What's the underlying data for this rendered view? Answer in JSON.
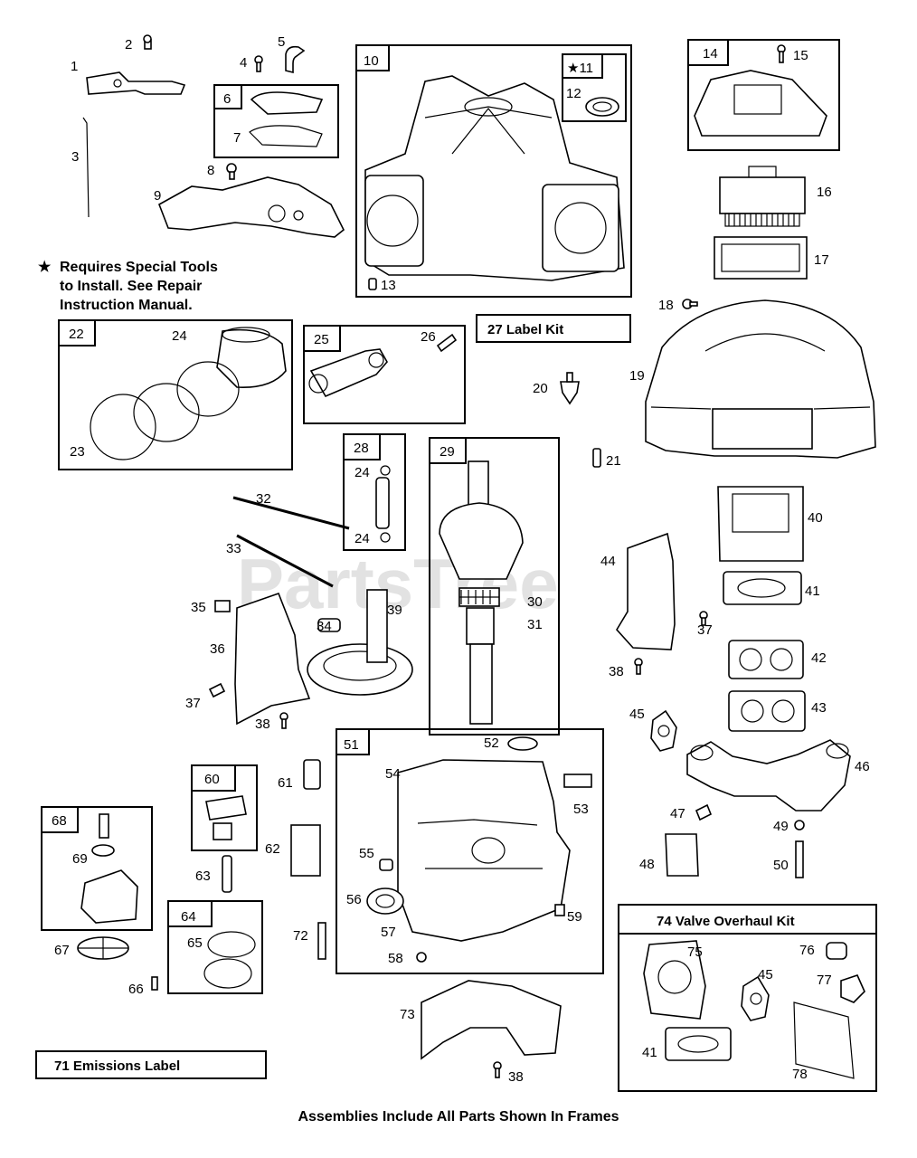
{
  "watermark": "PartsTree",
  "note": {
    "star": "★",
    "lines": [
      "Requires Special Tools",
      "to Install. See Repair",
      "Instruction Manual."
    ]
  },
  "footer": "Assemblies Include All Parts Shown In Frames",
  "frames": {
    "f10": "10",
    "f11": "★11",
    "f14": "14",
    "f6": "6",
    "f22": "22",
    "f25": "25",
    "f28": "28",
    "f29": "29",
    "f51": "51",
    "f60": "60",
    "f68": "68",
    "f64": "64"
  },
  "label_boxes": {
    "label_kit": "27  Label Kit",
    "emissions": "71   Emissions Label",
    "valve_kit": "74  Valve Overhaul Kit"
  },
  "callouts": {
    "c1": "1",
    "c2": "2",
    "c3": "3",
    "c4": "4",
    "c5": "5",
    "c7": "7",
    "c8": "8",
    "c9": "9",
    "c12": "12",
    "c13": "13",
    "c15": "15",
    "c16": "16",
    "c17": "17",
    "c18": "18",
    "c19": "19",
    "c20": "20",
    "c21": "21",
    "c23": "23",
    "c24a": "24",
    "c24b": "24",
    "c24c": "24",
    "c26": "26",
    "c30": "30",
    "c31": "31",
    "c32": "32",
    "c33": "33",
    "c34": "34",
    "c35": "35",
    "c36": "36",
    "c37a": "37",
    "c37b": "37",
    "c38a": "38",
    "c38b": "38",
    "c38c": "38",
    "c39": "39",
    "c40": "40",
    "c41a": "41",
    "c41b": "41",
    "c42": "42",
    "c43": "43",
    "c44": "44",
    "c45a": "45",
    "c45b": "45",
    "c46": "46",
    "c47": "47",
    "c48": "48",
    "c49": "49",
    "c50": "50",
    "c52": "52",
    "c53": "53",
    "c54": "54",
    "c55": "55",
    "c56": "56",
    "c57": "57",
    "c58": "58",
    "c59": "59",
    "c61": "61",
    "c62": "62",
    "c63": "63",
    "c65": "65",
    "c66": "66",
    "c67": "67",
    "c69": "69",
    "c72": "72",
    "c73": "73",
    "c75": "75",
    "c76": "76",
    "c77": "77",
    "c78": "78"
  }
}
